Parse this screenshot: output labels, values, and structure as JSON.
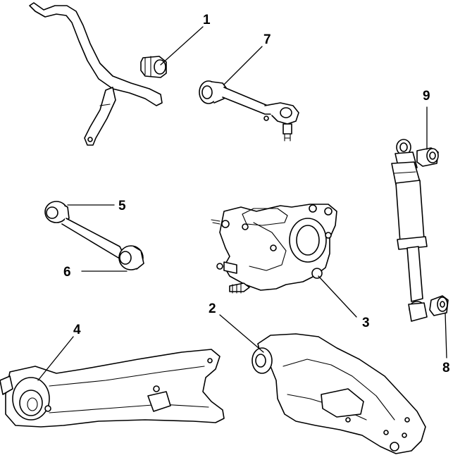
{
  "callouts": [
    {
      "id": "1",
      "label": "1"
    },
    {
      "id": "2",
      "label": "2"
    },
    {
      "id": "3",
      "label": "3"
    },
    {
      "id": "4",
      "label": "4"
    },
    {
      "id": "5",
      "label": "5"
    },
    {
      "id": "6",
      "label": "6"
    },
    {
      "id": "7",
      "label": "7"
    },
    {
      "id": "8",
      "label": "8"
    },
    {
      "id": "9",
      "label": "9"
    }
  ],
  "colors": {
    "ink": "#000000",
    "background": "#ffffff"
  }
}
